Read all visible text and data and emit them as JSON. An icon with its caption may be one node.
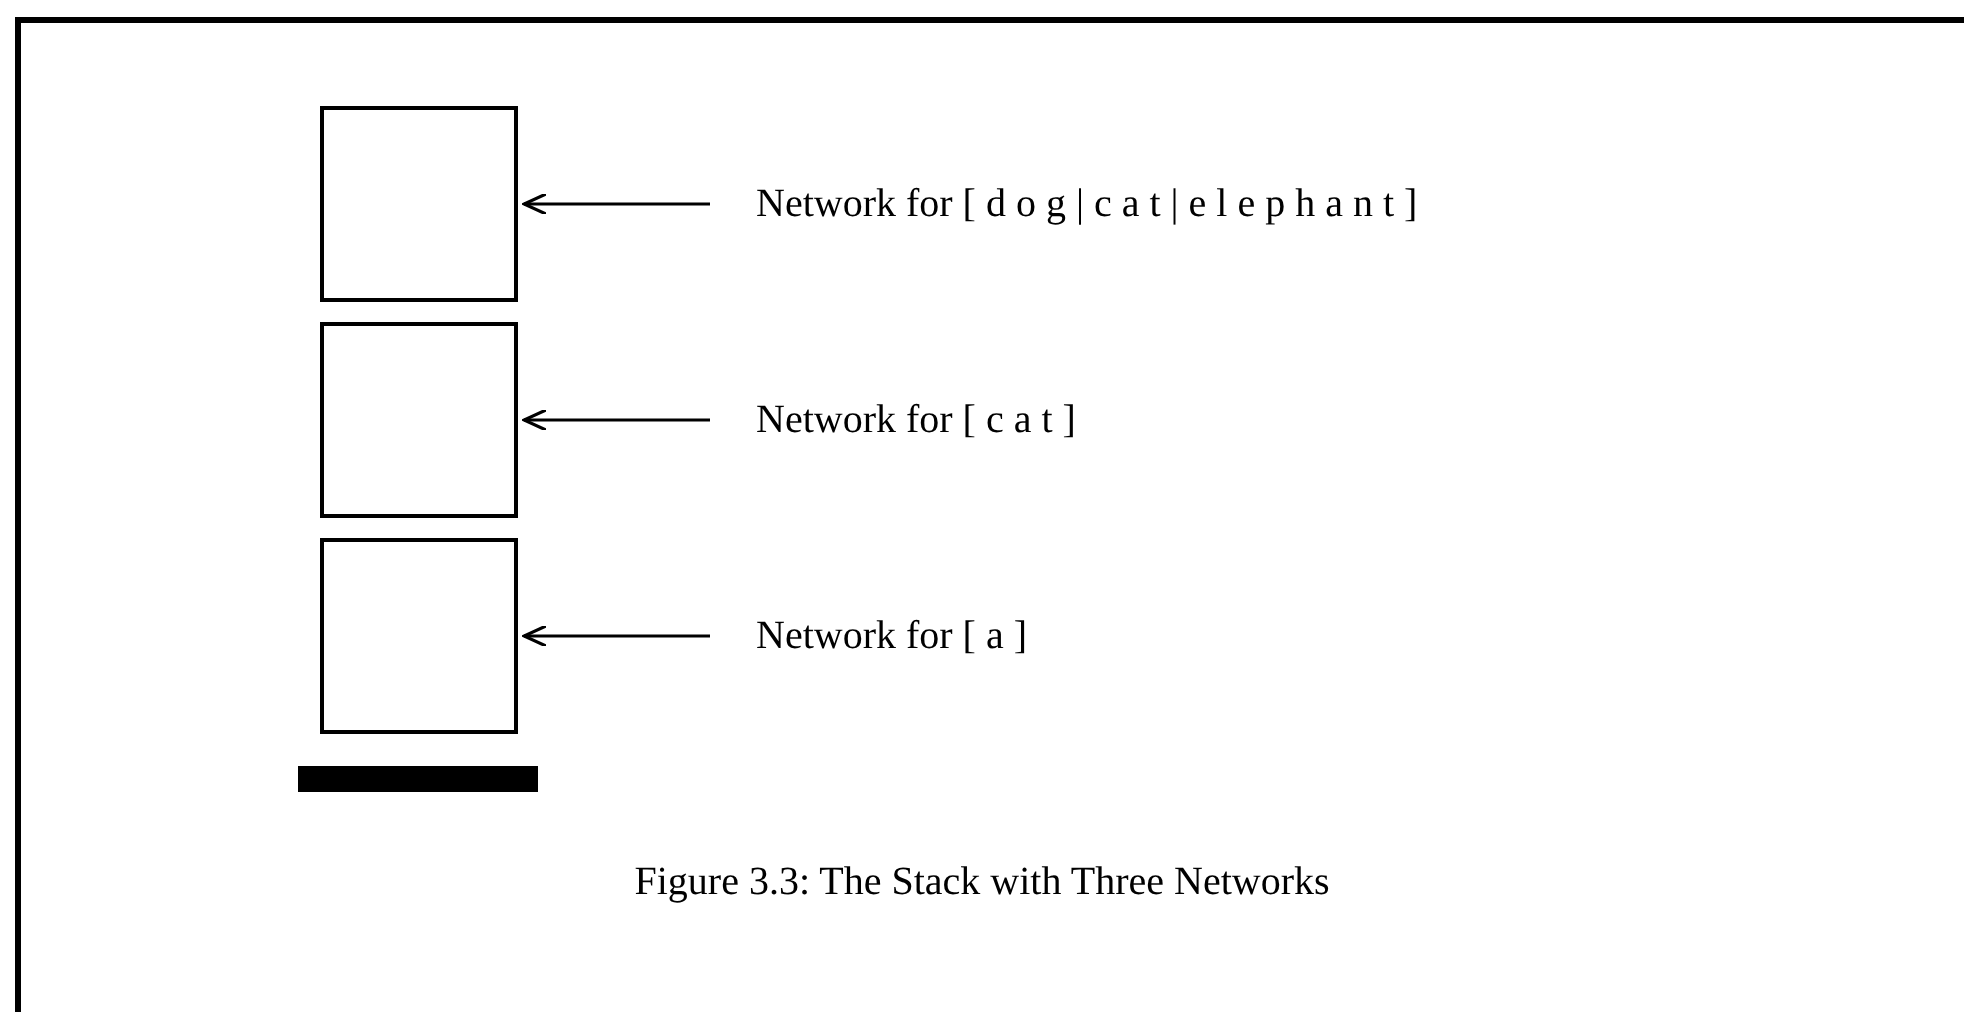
{
  "diagram": {
    "caption": "Figure 3.3: The Stack with Three Networks",
    "nodes": [
      {
        "text": [],
        "shape": "box"
      },
      {
        "text": [],
        "shape": "box"
      },
      {
        "text": [],
        "shape": "box"
      },
      {
        "text": [
          "Network for [ d o g | c a t | e l e p h a n t ]"
        ]
      },
      {
        "text": [
          "Network for [ c a t ]"
        ]
      },
      {
        "text": [
          "Network for [ a ]"
        ]
      }
    ],
    "edges": [
      {
        "from": 3,
        "to": 0,
        "arrow": "to"
      },
      {
        "from": 4,
        "to": 1,
        "arrow": "to"
      },
      {
        "from": 5,
        "to": 2,
        "arrow": "to"
      }
    ]
  }
}
